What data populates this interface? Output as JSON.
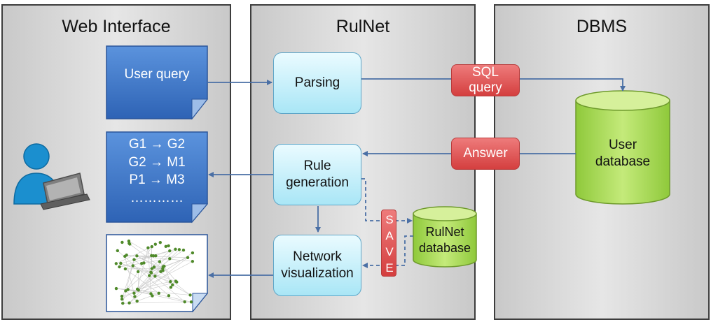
{
  "panels": {
    "web": "Web Interface",
    "rulnet": "RulNet",
    "dbms": "DBMS"
  },
  "nodes": {
    "user_query": "User query",
    "rules": [
      "G1 → G2",
      "G2 → M1",
      "P1 → M3",
      "…………"
    ],
    "parsing": "Parsing",
    "rule_generation": [
      "Rule",
      "generation"
    ],
    "network_visualization": [
      "Network",
      "visualization"
    ],
    "sql_query": [
      "SQL",
      "query"
    ],
    "answer": "Answer",
    "user_database": [
      "User",
      "database"
    ],
    "rulnet_database": [
      "RulNet",
      "database"
    ],
    "save": [
      "S",
      "A",
      "V",
      "E"
    ]
  },
  "colors": {
    "note_blue": "#3e78c8",
    "process_cyan": "#a9e6f6",
    "label_red": "#d43f3f",
    "db_green": "#a6d84a",
    "arrow": "#4a6fa5"
  },
  "icons": {
    "user": "person-with-laptop-icon",
    "graph": "network-graph-thumbnail-icon"
  }
}
